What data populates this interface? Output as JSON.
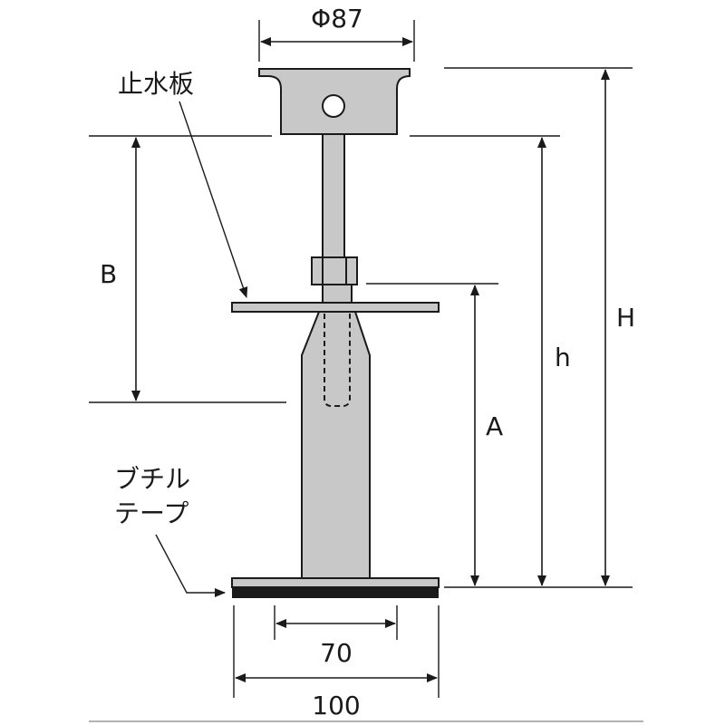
{
  "dimensions": {
    "top_diameter": "Φ87",
    "B": "B",
    "A": "A",
    "h": "h",
    "H": "H",
    "width_70": "70",
    "width_100": "100"
  },
  "callouts": {
    "water_stop_plate": "止水板",
    "butyl_tape_line1": "ブチル",
    "butyl_tape_line2": "テープ"
  },
  "colors": {
    "metal": "#c8c8c8",
    "line": "#1a1a1a",
    "tape": "#1a1a1a"
  }
}
